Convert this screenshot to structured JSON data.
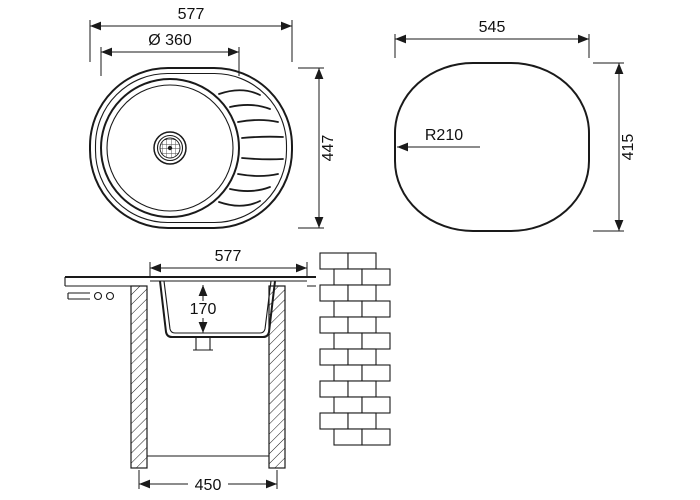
{
  "drawing": {
    "top_view": {
      "width": "577",
      "bowl_diameter": "Ø 360",
      "depth": "447"
    },
    "cutout": {
      "width": "545",
      "depth": "415",
      "radius": "R210"
    },
    "section": {
      "width": "577",
      "bowl_depth": "170",
      "base_width": "450"
    }
  }
}
